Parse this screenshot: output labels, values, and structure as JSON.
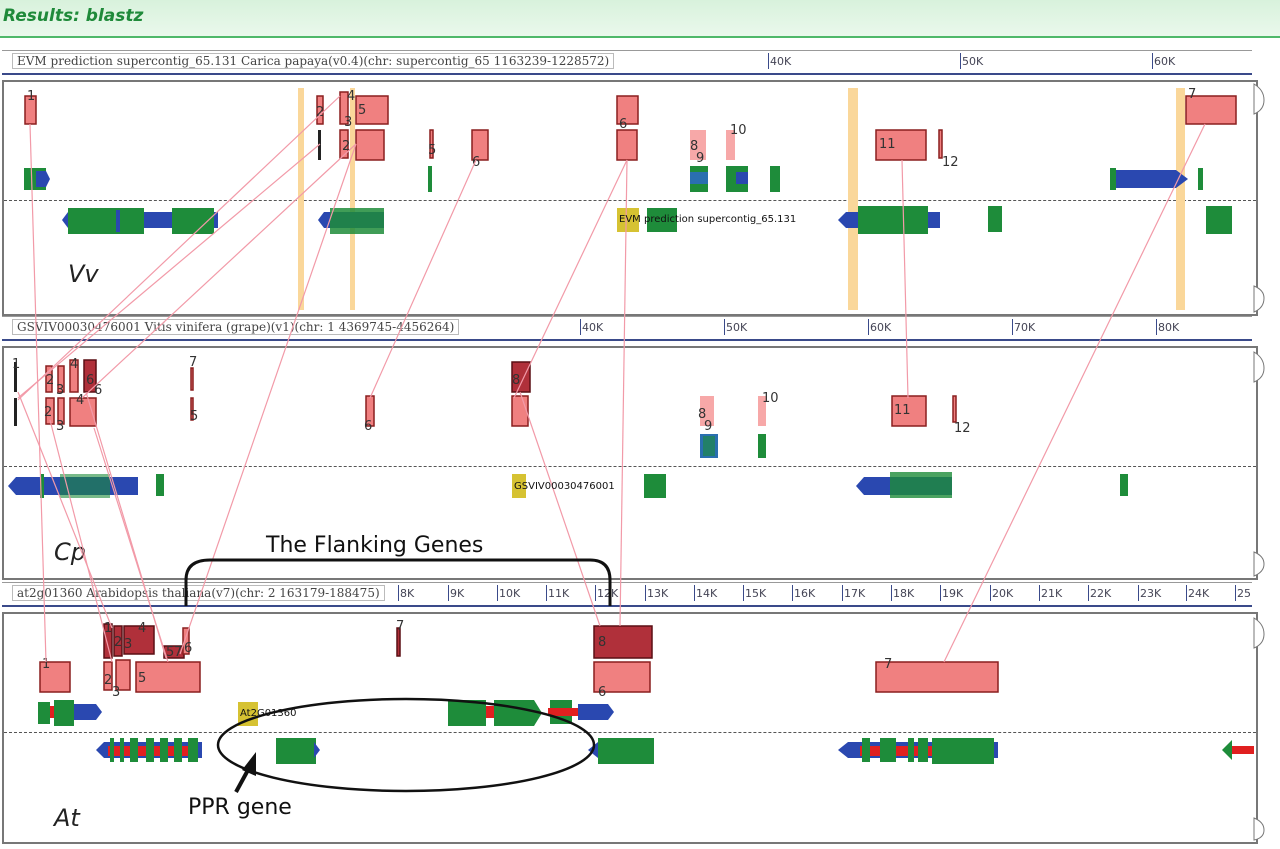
{
  "window": {
    "title": "Results: blastz"
  },
  "tracks": [
    {
      "header": "EVM prediction supercontig_65.131 Carica papaya(v0.4)(chr: supercontig_65 1163239-1228572)",
      "ticks": [
        "40K",
        "50K",
        "60K"
      ],
      "species": "Vv",
      "feature_label": "EVM prediction supercontig_65.131"
    },
    {
      "header": "GSVIV00030476001 Vitis vinifera (grape)(v1)(chr: 1 4369745-4456264)",
      "ticks": [
        "40K",
        "50K",
        "60K",
        "70K",
        "80K"
      ],
      "species": "Cp",
      "feature_label": "GSVIV00030476001"
    },
    {
      "header": "at2g01360 Arabidopsis thaliana(v7)(chr: 2 163179-188475)",
      "ticks": [
        "8K",
        "9K",
        "10K",
        "11K",
        "12K",
        "13K",
        "14K",
        "15K",
        "16K",
        "17K",
        "18K",
        "19K",
        "20K",
        "21K",
        "22K",
        "23K",
        "24K",
        "25"
      ],
      "species": "At",
      "feature_label": "At2G01360"
    }
  ],
  "annotations": {
    "flanking": "The Flanking Genes",
    "ppr": "PPR gene"
  },
  "hsp_numbers": [
    "1",
    "2",
    "3",
    "4",
    "5",
    "6",
    "7",
    "8",
    "9",
    "10",
    "11",
    "12"
  ],
  "colors": {
    "title_text": "#1f8a3a",
    "title_bg": "#d8f2dc",
    "hsp_fill": "#f08080",
    "gene_green": "#1e8c3a",
    "gene_blue": "#2a48b0",
    "exon_red": "#e02020",
    "highlight": "#fad79a",
    "link": "#f29aa8"
  }
}
